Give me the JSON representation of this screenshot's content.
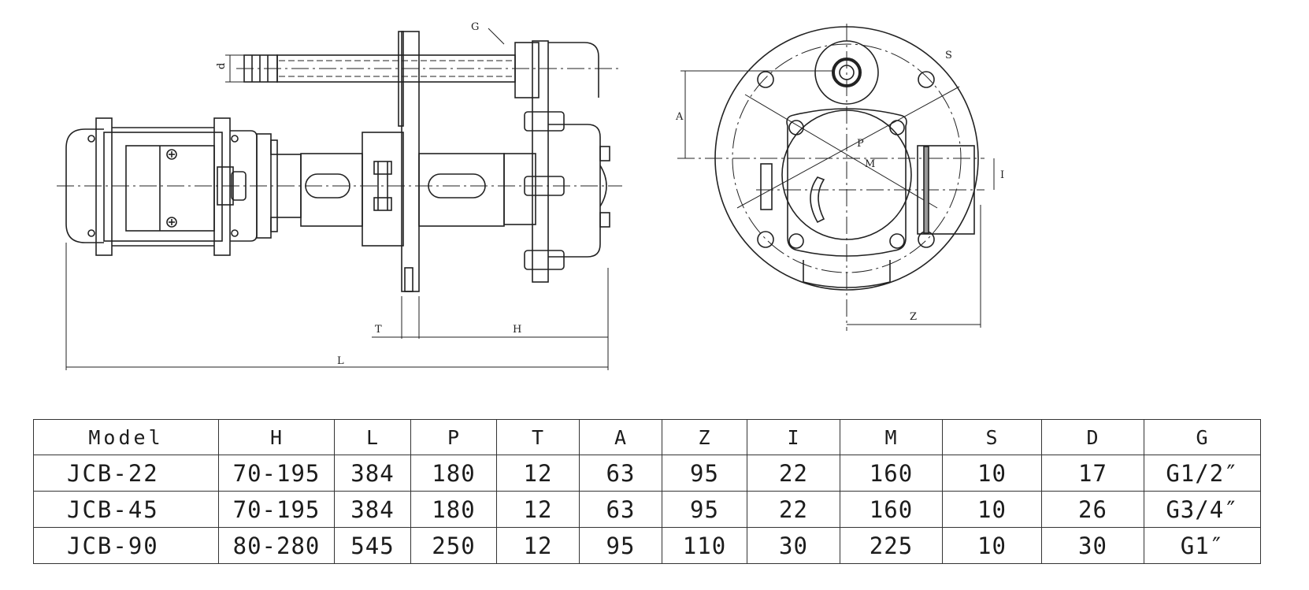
{
  "drawing": {
    "side_view": {
      "labels": {
        "thread": "G",
        "diameter": "d",
        "flange_thickness": "T",
        "height": "H",
        "length": "L"
      }
    },
    "top_view": {
      "labels": {
        "outlet_offset": "A",
        "bolt_hole": "S",
        "pitch_circle": "P",
        "mounting_circle": "M",
        "inlet_offset": "I",
        "side_offset": "Z"
      }
    }
  },
  "table": {
    "headers": [
      "Model",
      "H",
      "L",
      "P",
      "T",
      "A",
      "Z",
      "I",
      "M",
      "S",
      "D",
      "G"
    ],
    "rows": [
      [
        "JCB-22",
        "70-195",
        "384",
        "180",
        "12",
        "63",
        "95",
        "22",
        "160",
        "10",
        "17",
        "G1/2″"
      ],
      [
        "JCB-45",
        "70-195",
        "384",
        "180",
        "12",
        "63",
        "95",
        "22",
        "160",
        "10",
        "26",
        "G3/4″"
      ],
      [
        "JCB-90",
        "80-280",
        "545",
        "250",
        "12",
        "95",
        "110",
        "30",
        "225",
        "10",
        "30",
        "G1″"
      ]
    ]
  }
}
